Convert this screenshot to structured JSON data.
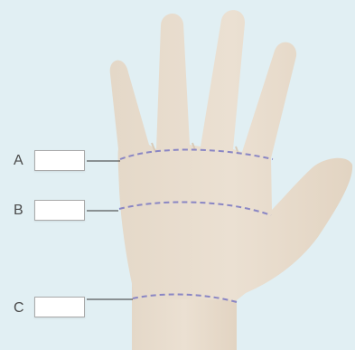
{
  "figure": {
    "background_color": "#e1eff3",
    "hand_color": "#e8dccd",
    "measurement_line_color": "#8a86c4",
    "leader_line_color": "#333333"
  },
  "labels": [
    {
      "id": "A",
      "text": "A",
      "answer": ""
    },
    {
      "id": "B",
      "text": "B",
      "answer": ""
    },
    {
      "id": "C",
      "text": "C",
      "answer": ""
    }
  ]
}
